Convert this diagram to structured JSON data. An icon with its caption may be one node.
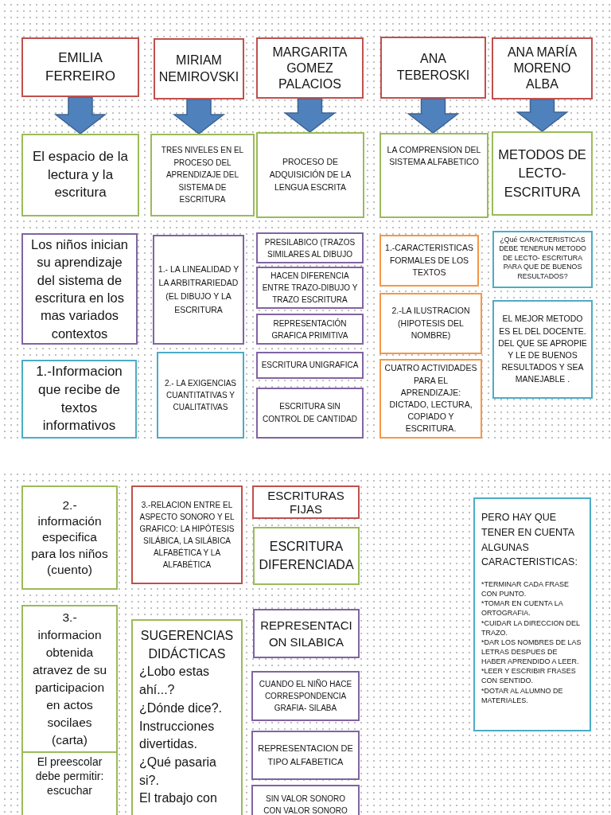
{
  "diagram": {
    "nodes": [
      {
        "text": [
          "EMILIA FERREIRO"
        ]
      },
      {
        "text": [
          "MIRIAM NEMIROVSKI"
        ]
      },
      {
        "text": [
          "MARGARITA GOMEZ PALACIOS"
        ]
      },
      {
        "text": [
          "ANA TEBEROSKI"
        ]
      },
      {
        "text": [
          "ANA MARÍA MORENO ALBA"
        ]
      },
      {
        "text": [
          "El espacio de la lectura y la escritura"
        ]
      },
      {
        "text": [
          "TRES NIVELES EN EL PROCESO DEL APRENDIZAJE DEL SISTEMA DE ESCRITURA"
        ]
      },
      {
        "text": [
          "PROCESO DE ADQUISICIÓN DE LA LENGUA ESCRITA"
        ]
      },
      {
        "text": [
          "LA COMPRENSION DEL SISTEMA ALFABETICO"
        ]
      },
      {
        "text": [
          "METODOS DE LECTO-ESCRITURA"
        ]
      },
      {
        "text": [
          "Los niños inician su aprendizaje del sistema de escritura en los mas variados contextos"
        ]
      },
      {
        "text": [
          "1.- LA LINEALIDAD Y LA ARBITRARIEDAD (EL DIBUJO Y LA ESCRITURA"
        ]
      },
      {
        "text": [
          "PRESILABICO (TRAZOS SIMILARES AL DIBUJO"
        ]
      },
      {
        "text": [
          "HACEN DIFERENCIA ENTRE TRAZO-DIBUJO Y TRAZO ESCRITURA"
        ]
      },
      {
        "text": [
          "REPRESENTACIÓN GRAFICA PRIMITIVA"
        ]
      },
      {
        "text": [
          "ESCRITURA UNIGRAFICA"
        ]
      },
      {
        "text": [
          "ESCRITURA SIN CONTROL DE CANTIDAD"
        ]
      },
      {
        "text": [
          "1.-CARACTERISTICAS FORMALES DE LOS TEXTOS"
        ]
      },
      {
        "text": [
          "2.-LA ILUSTRACION (HIPOTESIS DEL NOMBRE)"
        ]
      },
      {
        "text": [
          "CUATRO ACTIVIDADES PARA EL APRENDIZAJE: DICTADO, LECTURA, COPIADO Y ESCRITURA."
        ]
      },
      {
        "text": [
          "¿Qué CARACTERISTICAS DEBE TENERUN METODO DE LECTO- ESCRITURA PARA QUE DE BUENOS RESULTADOS?"
        ]
      },
      {
        "text": [
          "EL MEJOR METODO ES EL DEL DOCENTE. DEL QUE SE APROPIE Y LE DE BUENOS RESULTADOS Y SEA MANEJABLE ."
        ]
      },
      {
        "text": [
          "1.-Informacion que recibe de textos informativos"
        ]
      },
      {
        "text": [
          "2.- LA EXIGENCIAS CUANTITATIVAS Y CUALITATIVAS"
        ]
      },
      {
        "text": [
          "2.- información especifica para los niños (cuento)"
        ]
      },
      {
        "text": [
          "3.-RELACION ENTRE EL ASPECTO SONORO Y EL GRAFICO: LA HIPÓTESIS SILÁBICA, LA SILÁBICA ALFABÉTICA Y LA ALFABÉTICA"
        ]
      },
      {
        "text": [
          "ESCRITURAS FIJAS"
        ]
      },
      {
        "text": [
          "ESCRITURA DIFERENCIADA"
        ]
      },
      {
        "text": [
          "PERO HAY QUE TENER EN CUENTA ALGUNAS CARACTERISTICAS:",
          "*TERMINAR CADA FRASE CON PUNTO.",
          "*TOMAR EN CUENTA LA ORTOGRAFIA.",
          "*CUIDAR LA DIRECCION DEL TRAZO.",
          "*DAR LOS NOMBRES DE LAS LETRAS DESPUES DE HABER APRENDIDO A LEER.",
          "*LEER Y ESCRIBIR FRASES CON SENTIDO.",
          "*DOTAR AL ALUMNO DE MATERIALES."
        ]
      },
      {
        "text": [
          "3.- informacion obtenida atravez de su participacion en actos socilaes (carta)"
        ]
      },
      {
        "text": [
          "SUGERENCIAS DIDÁCTICAS",
          "¿Lobo estas ahí...?",
          "¿Dónde dice?.",
          "Instrucciones divertidas.",
          "¿Qué pasaria si?.",
          "El trabajo con"
        ]
      },
      {
        "text": [
          "REPRESENTACI ON SILABICA"
        ]
      },
      {
        "text": [
          "CUANDO EL NIÑO HACE CORRESPONDENCIA GRAFIA- SILABA"
        ]
      },
      {
        "text": [
          "REPRESENTACION DE TIPO ALFABETICA"
        ]
      },
      {
        "text": [
          "SIN VALOR SONORO CON VALOR SONORO"
        ]
      },
      {
        "text": [
          "El preescolar debe permitir: escuchar"
        ]
      }
    ],
    "edges": [
      {
        "from": 0,
        "to": 5,
        "arrow": "to",
        "style": "thick"
      },
      {
        "from": 1,
        "to": 6,
        "arrow": "to",
        "style": "thick"
      },
      {
        "from": 2,
        "to": 7,
        "arrow": "to",
        "style": "thick"
      },
      {
        "from": 3,
        "to": 8,
        "arrow": "to",
        "style": "thick"
      },
      {
        "from": 4,
        "to": 9,
        "arrow": "to",
        "style": "thick"
      }
    ]
  }
}
